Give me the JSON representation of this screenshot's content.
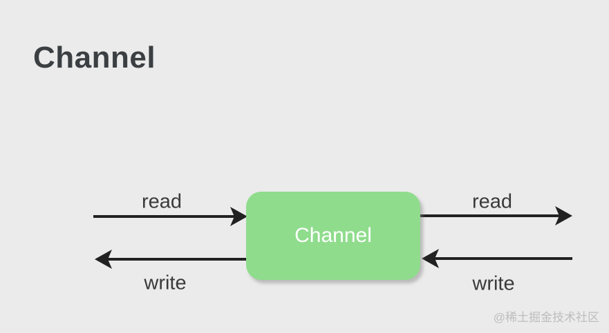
{
  "title": "Channel",
  "diagram": {
    "box": {
      "label": "Channel",
      "fill": "#8fdc8d",
      "text_color": "#ffffff"
    },
    "arrows": [
      {
        "side": "left",
        "label": "read",
        "direction": "right",
        "meaning": "read into channel"
      },
      {
        "side": "left",
        "label": "write",
        "direction": "left",
        "meaning": "write out of channel"
      },
      {
        "side": "right",
        "label": "read",
        "direction": "right",
        "meaning": "read out of channel"
      },
      {
        "side": "right",
        "label": "write",
        "direction": "left",
        "meaning": "write into channel"
      }
    ],
    "arrow_color": "#212121"
  },
  "watermark": "@稀土掘金技术社区",
  "colors": {
    "background": "#ebebeb",
    "title_text": "#3b3f42",
    "label_text": "#3a3a3a"
  }
}
